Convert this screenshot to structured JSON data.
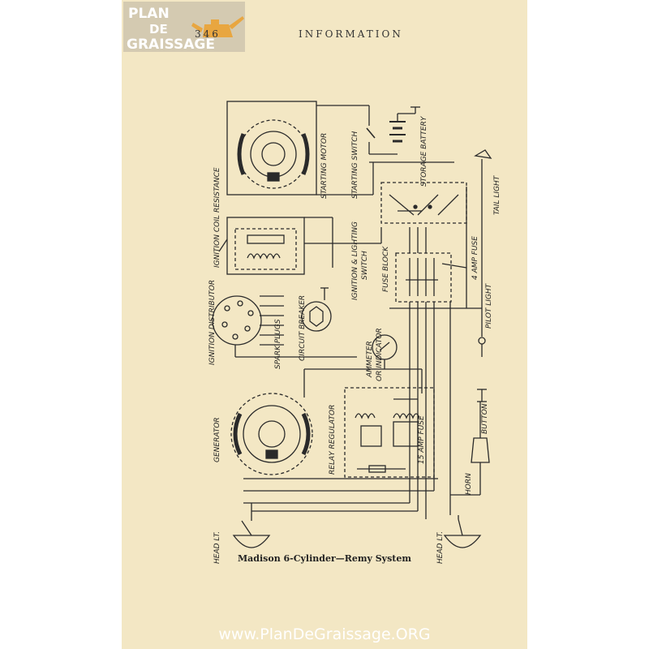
{
  "logo": {
    "line1": "PLAN",
    "line2": "DE",
    "line3": "GRAISSAGE"
  },
  "header": {
    "page_number": "346",
    "title": "INFORMATION"
  },
  "labels": {
    "starting_motor": "STARTING MOTOR",
    "starting_switch": "STARTING SWITCH",
    "storage_battery": "STORAGE BATTERY",
    "tail_light": "TAIL LIGHT",
    "resistance": "RESISTANCE",
    "ignition_coil": "IGNITION COIL",
    "ignition_lighting_switch_1": "IGNITION & LIGHTING",
    "ignition_lighting_switch_2": "SWITCH",
    "fuse_block": "FUSE BLOCK",
    "amp_fuse_4": "4 AMP FUSE",
    "pilot_light": "PILOT LIGHT",
    "ignition_distributor": "IGNITION DISTRIBUTOR",
    "spark_plugs": "SPARK PLUGS",
    "circuit_breaker": "CIRCUIT BREAKER",
    "ammeter_1": "AMMETER",
    "ammeter_2": "OR INDICATOR",
    "generator": "GENERATOR",
    "relay_regulator": "RELAY REGULATOR",
    "amp_fuse_15": "15 AMP FUSE",
    "button": "BUTTON",
    "horn": "HORN",
    "head_lt_left": "HEAD LT.",
    "head_lt_right": "HEAD LT."
  },
  "caption": "Madison 6-Cylinder—Remy System",
  "footer_url": "www.PlanDeGraissage.ORG",
  "colors": {
    "paper": "#f3e7c4",
    "ink": "#2a2a2a",
    "logo_bg": "#b9b2a2",
    "logo_can": "#e8a640"
  }
}
